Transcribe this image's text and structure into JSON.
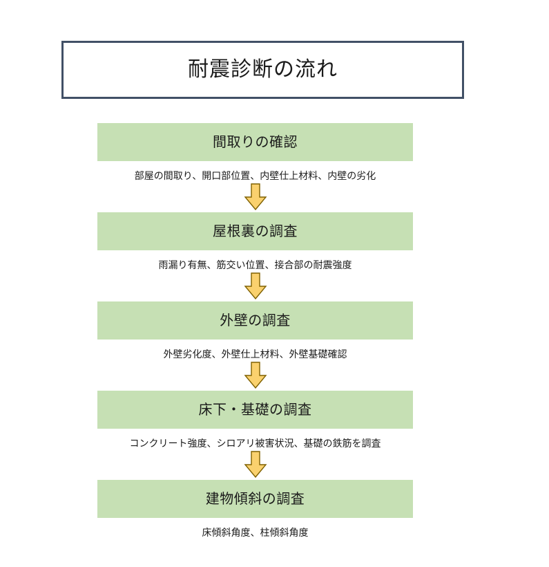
{
  "title": {
    "text": "耐震診断の流れ",
    "border_color": "#415066"
  },
  "theme": {
    "box_fill": "#c6e0b4",
    "arrow_fill": "#fad16e",
    "arrow_stroke": "#7f6000",
    "text_color": "#1a1a1a",
    "background": "#ffffff"
  },
  "flow": {
    "arrow_icon": "down-arrow-icon",
    "steps": [
      {
        "title": "間取りの確認",
        "caption": "部屋の間取り、開口部位置、内壁仕上材料、内壁の劣化"
      },
      {
        "title": "屋根裏の調査",
        "caption": "雨漏り有無、筋交い位置、接合部の耐震強度"
      },
      {
        "title": "外壁の調査",
        "caption": "外壁劣化度、外壁仕上材料、外壁基礎確認"
      },
      {
        "title": "床下・基礎の調査",
        "caption": "コンクリート強度、シロアリ被害状況、基礎の鉄筋を調査"
      },
      {
        "title": "建物傾斜の調査",
        "caption": "床傾斜角度、柱傾斜角度"
      }
    ]
  }
}
